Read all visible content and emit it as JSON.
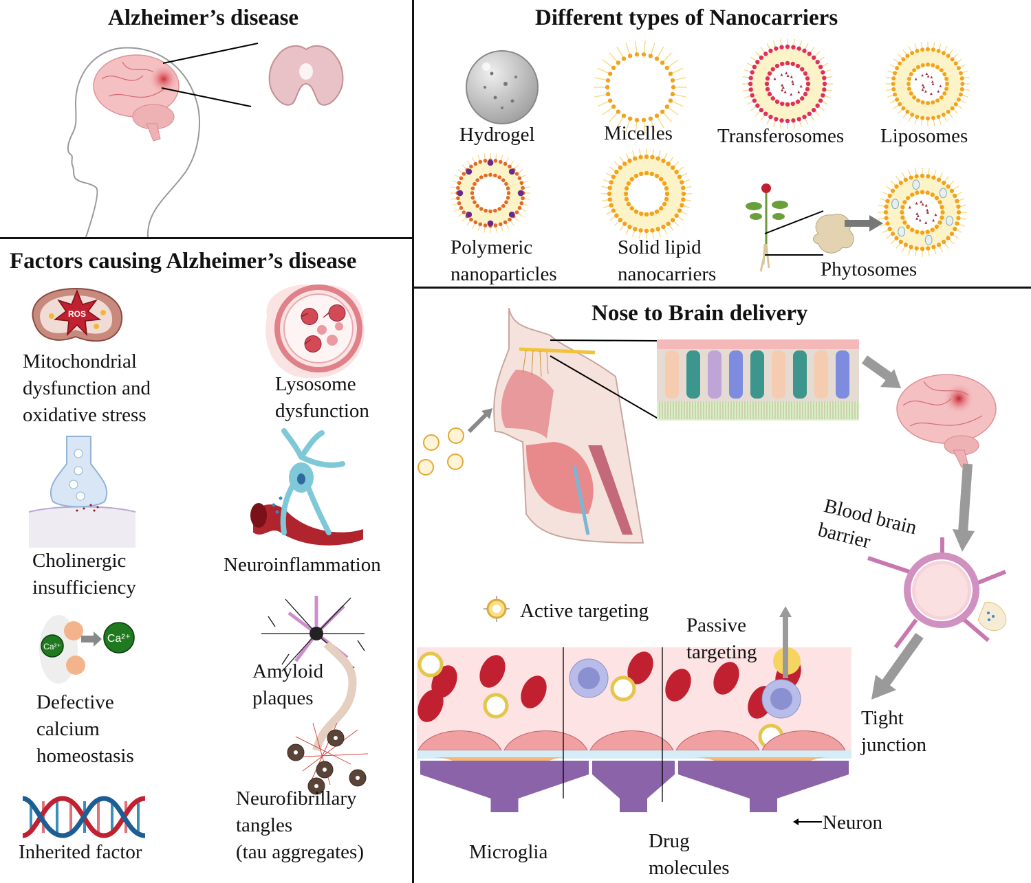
{
  "panels": {
    "alzheimers": {
      "title": "Alzheimer’s disease"
    },
    "nanocarriers": {
      "title": "Different types of Nanocarriers",
      "items": [
        {
          "id": "hydrogel",
          "label": "Hydrogel"
        },
        {
          "id": "micelles",
          "label": "Micelles"
        },
        {
          "id": "transferosomes",
          "label": "Transferosomes"
        },
        {
          "id": "liposomes",
          "label": "Liposomes"
        },
        {
          "id": "polymeric",
          "label": "Polymeric\nnanoparticles"
        },
        {
          "id": "solid-lipid",
          "label": "Solid lipid\nnanocarriers"
        },
        {
          "id": "phytosomes",
          "label": "Phytosomes"
        }
      ]
    },
    "factors": {
      "title": "Factors causing Alzheimer’s disease",
      "items": [
        {
          "id": "mitochondrial",
          "label": "Mitochondrial\ndysfunction and\noxidative stress",
          "icon_text": "ROS"
        },
        {
          "id": "lysosome",
          "label": "Lysosome\ndysfunction"
        },
        {
          "id": "cholinergic",
          "label": "Cholinergic\ninsufficiency"
        },
        {
          "id": "neuroinflammation",
          "label": "Neuroinflammation"
        },
        {
          "id": "calcium",
          "label": "Defective\ncalcium\nhomeostasis",
          "icon_text": "Ca²⁺"
        },
        {
          "id": "amyloid",
          "label": "Amyloid\nplaques"
        },
        {
          "id": "inherited",
          "label": "Inherited factor"
        },
        {
          "id": "tau",
          "label": "Neurofibrillary\ntangles\n(tau aggregates)"
        }
      ]
    },
    "nose_to_brain": {
      "title": "Nose to Brain delivery",
      "labels": {
        "bbb": "Blood brain\nbarrier",
        "active": "Active targeting",
        "passive": "Passive\ntargeting",
        "tight_junction": "Tight\njunction",
        "neuron": "Neuron",
        "microglia": "Microglia",
        "drug": "Drug\nmolecules"
      }
    }
  },
  "colors": {
    "lipid_orange": "#f2a21b",
    "lipid_tail": "#f5d77a",
    "brain_pink": "#f2b8bb",
    "blood_red": "#c0202f",
    "endothelium": "#f0a0a0",
    "astrocyte_purple": "#8a63a8",
    "pericyte_orange": "#f6b87a",
    "arrow_gray": "#9a9a9a",
    "plasma_bg": "#fde3e3"
  }
}
